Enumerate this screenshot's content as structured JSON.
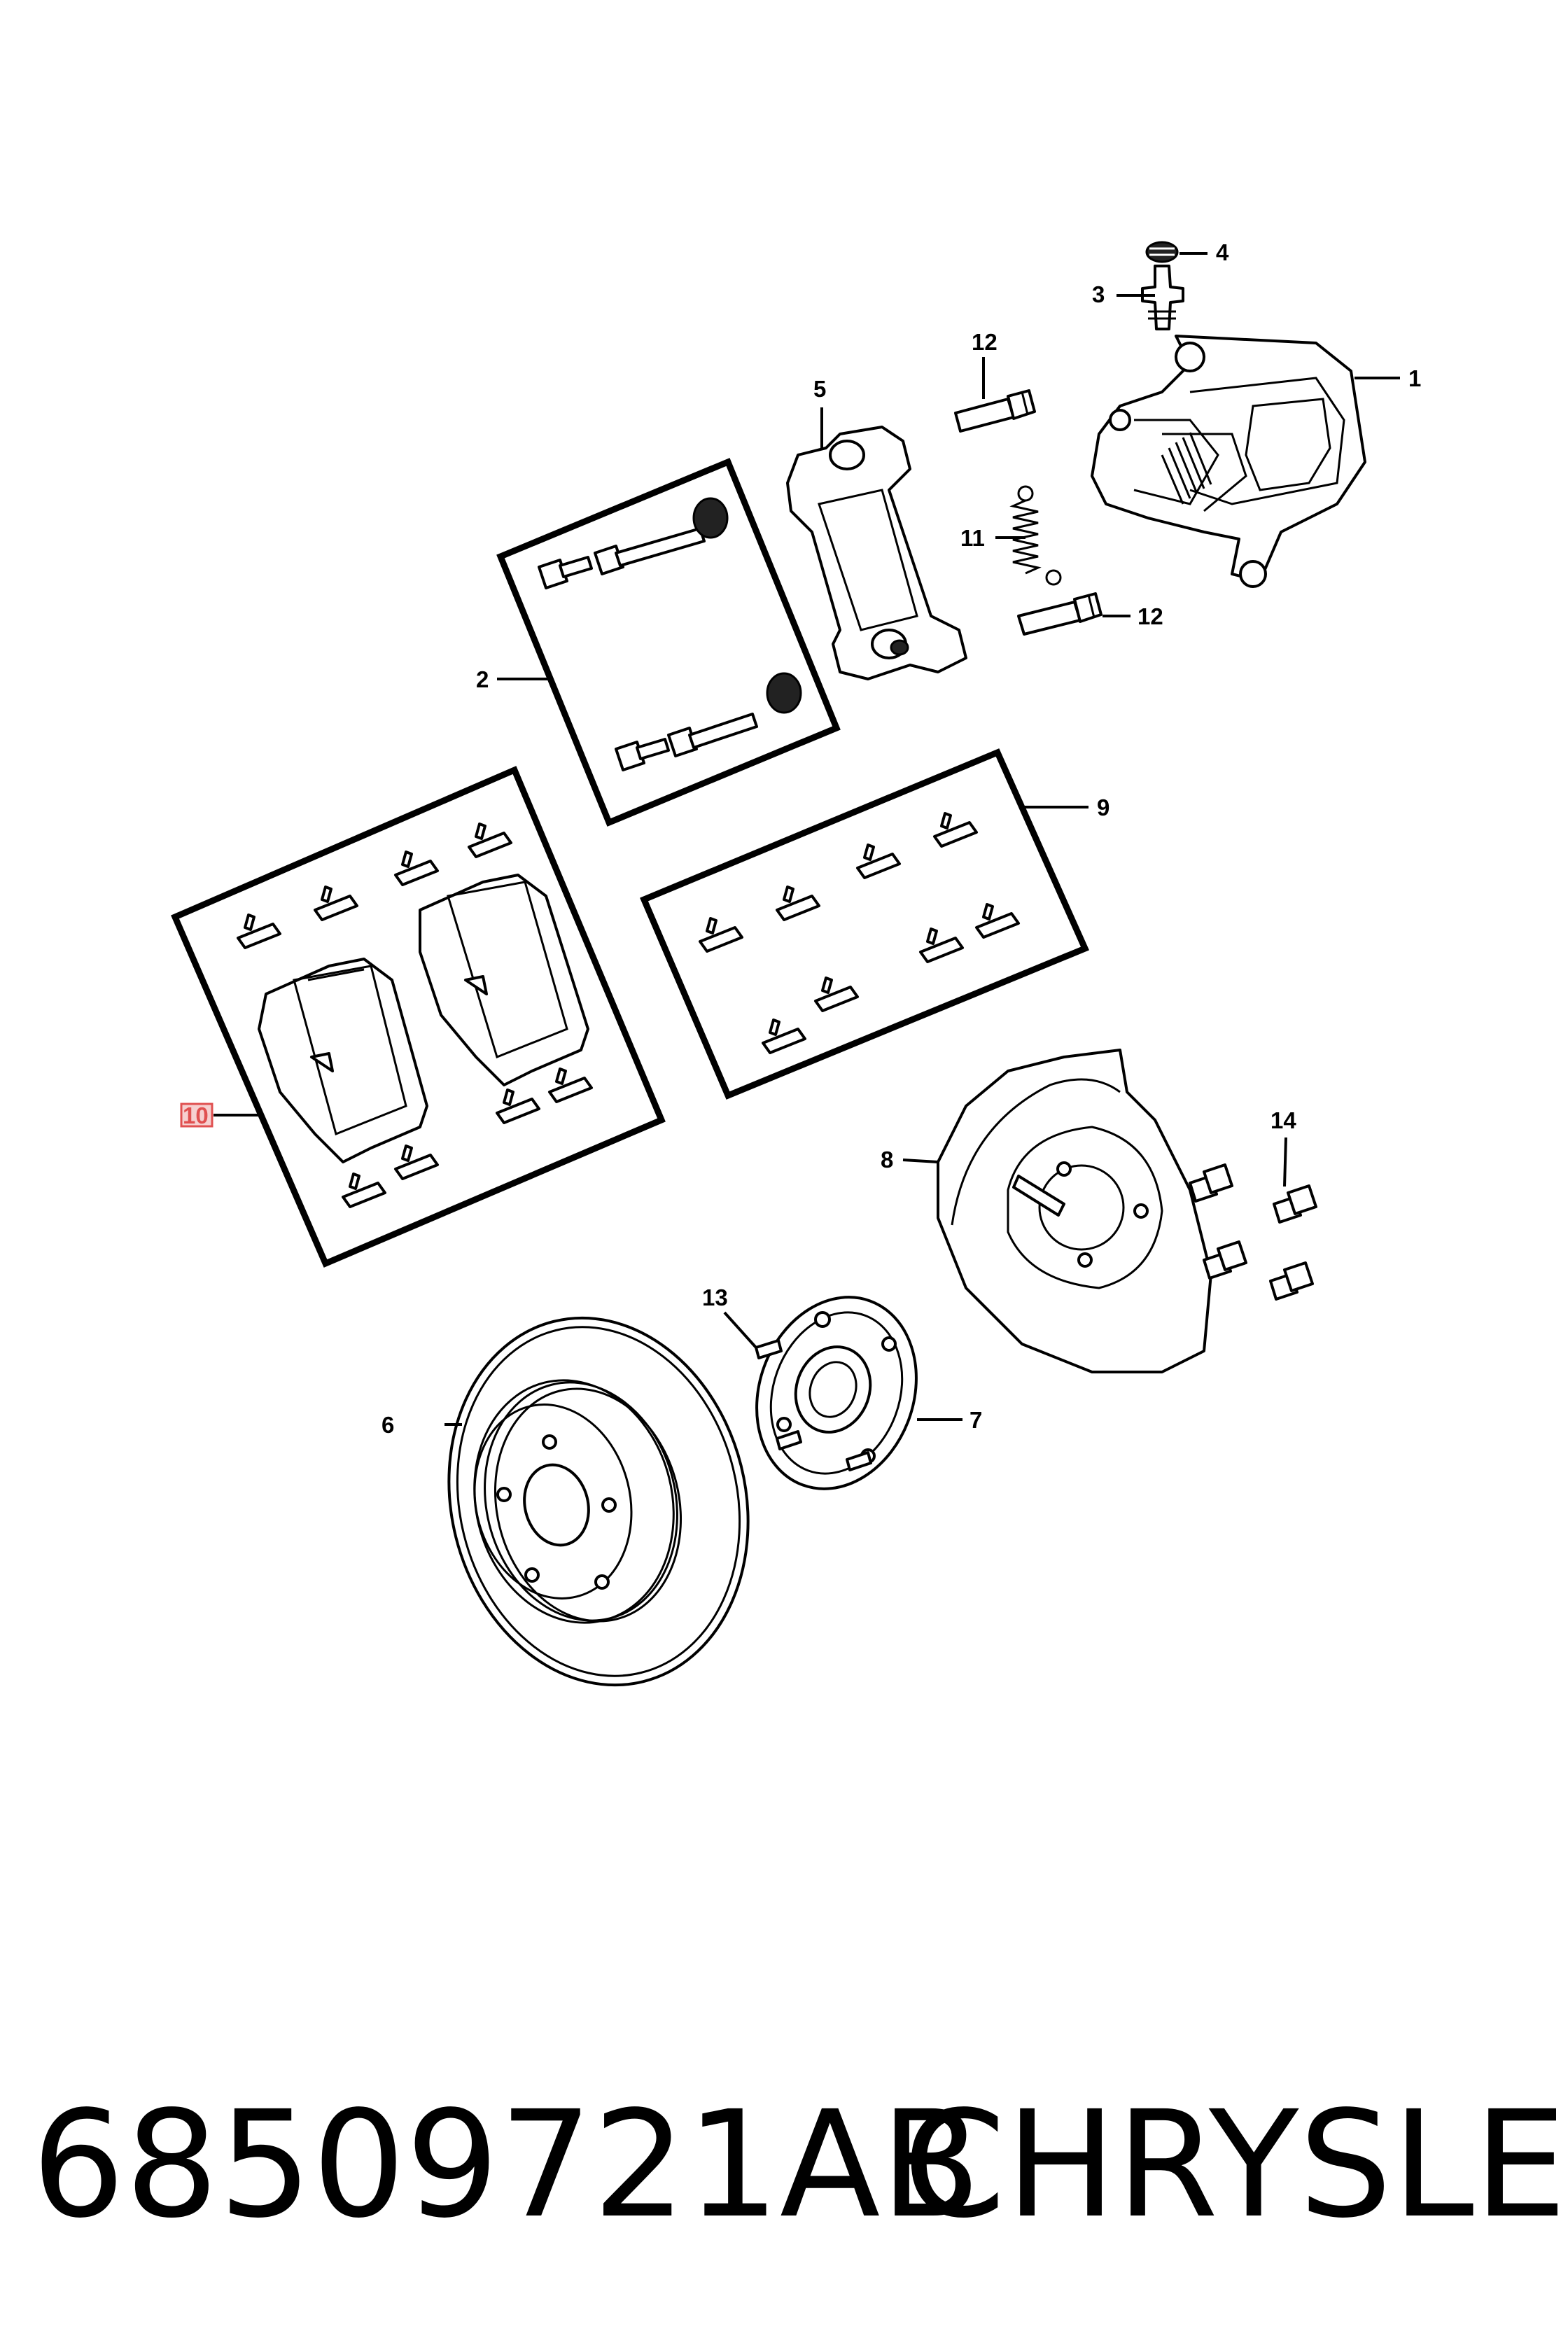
{
  "diagram": {
    "callouts": [
      {
        "id": "1",
        "label": "1"
      },
      {
        "id": "2",
        "label": "2"
      },
      {
        "id": "3",
        "label": "3"
      },
      {
        "id": "4",
        "label": "4"
      },
      {
        "id": "5",
        "label": "5"
      },
      {
        "id": "6",
        "label": "6"
      },
      {
        "id": "7",
        "label": "7"
      },
      {
        "id": "8",
        "label": "8"
      },
      {
        "id": "9",
        "label": "9"
      },
      {
        "id": "10",
        "label": "10"
      },
      {
        "id": "11",
        "label": "11"
      },
      {
        "id": "12a",
        "label": "12"
      },
      {
        "id": "12b",
        "label": "12"
      },
      {
        "id": "13",
        "label": "13"
      },
      {
        "id": "14",
        "label": "14"
      }
    ],
    "highlight_color": "#e05050"
  },
  "footer": {
    "part_number": "68509721AB",
    "brand": "CHRYSLER"
  }
}
